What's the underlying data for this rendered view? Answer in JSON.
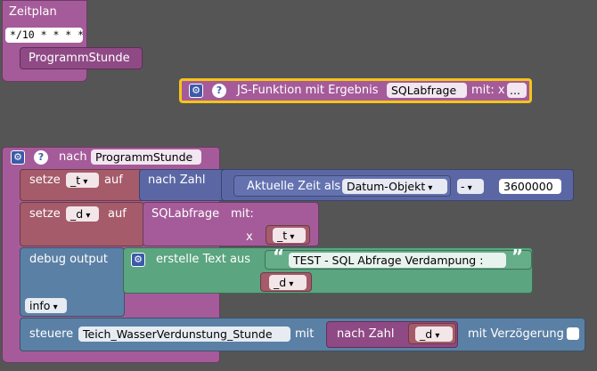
{
  "schedule": {
    "title": "Zeitplan",
    "cron": "*/10 * * * *",
    "func": "ProgrammStunde"
  },
  "jsfunc": {
    "label": "JS-Funktion mit Ergebnis",
    "name": "SQLabfrage",
    "with": "mit: x",
    "more": "..."
  },
  "main": {
    "nach": "nach",
    "name": "ProgrammStunde",
    "setze1": {
      "setze": "setze",
      "var": "_t",
      "auf": "auf",
      "toNumber": "nach Zahl",
      "current": "Aktuelle Zeit als",
      "format": "Datum-Objekt",
      "op": "-",
      "value": "3600000"
    },
    "setze2": {
      "setze": "setze",
      "var": "_d",
      "auf": "auf",
      "call": "SQLabfrage",
      "with": "mit:",
      "x": "x",
      "arg": "_t"
    },
    "debug": {
      "label": "debug output",
      "create": "erstelle Text aus",
      "q_open": "“",
      "text": "TEST - SQL Abfrage Verdampung :",
      "q_close": "”",
      "var": "_d",
      "level": "info"
    },
    "control": {
      "label": "steuere",
      "target": "Teich_WasserVerdunstung_Stunde",
      "with": "mit",
      "toNumber": "nach Zahl",
      "var": "_d",
      "delay": "mit Verzögerung"
    }
  },
  "colors": {
    "bg": "#555555",
    "procedure": "#a55b99",
    "variable": "#a55b6a",
    "math": "#5b67a5",
    "text": "#5ba580",
    "action": "#5b80a5",
    "highlight": "#f5c518"
  }
}
